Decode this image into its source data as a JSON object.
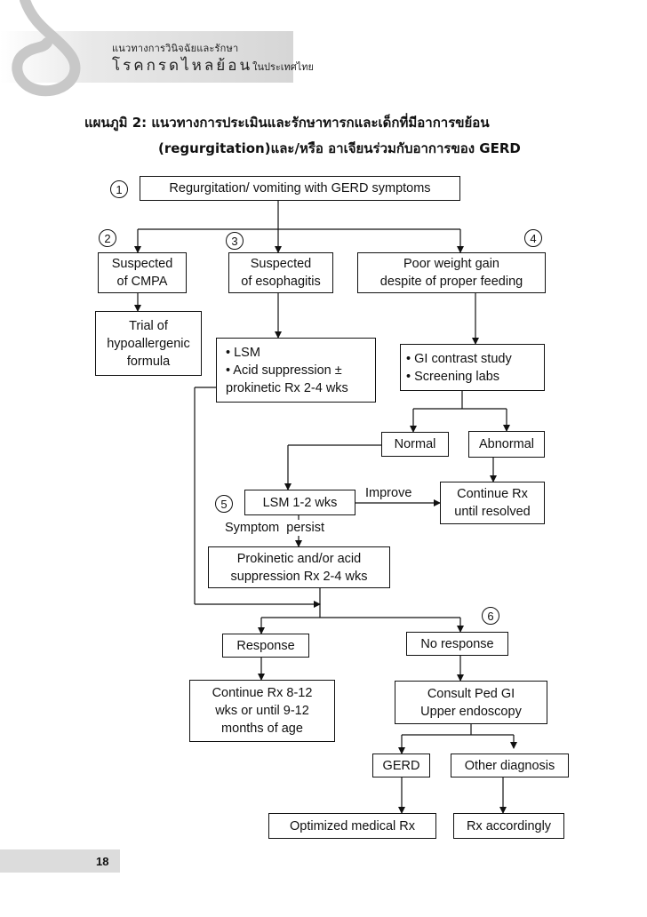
{
  "header": {
    "subtitle": "แนวทางการวินิจฉัยและรักษา",
    "title_main": "โรคกรดไหลย้อน",
    "title_tail": "ในประเทศไทย"
  },
  "figure": {
    "title_line1": "แผนภูมิ 2: แนวทางการประเมินและรักษาทารกและเด็กที่มีอาการขย้อน",
    "title_line2": "(regurgitation)และ/หรือ อาเจียนร่วมกับอาการของ GERD"
  },
  "steps": [
    "1",
    "2",
    "3",
    "4",
    "5",
    "6"
  ],
  "nodes": {
    "start": "Regurgitation/ vomiting with GERD symptoms",
    "cmpa": "Suspected\nof CMPA",
    "esophagitis": "Suspected\nof esophagitis",
    "poor_weight": "Poor weight gain\ndespite of proper feeding",
    "trial": "Trial of\nhypoallergenic\nformula",
    "lsm_acid": "• LSM\n• Acid suppression ±\nprokinetic Rx 2-4 wks",
    "gi_study": "• GI contrast study\n• Screening labs",
    "normal": "Normal",
    "abnormal": "Abnormal",
    "lsm_12": "LSM 1-2 wks",
    "continue_resolved": "Continue Rx\nuntil resolved",
    "prokinetic": "Prokinetic and/or acid\nsuppression Rx 2-4 wks",
    "response": "Response",
    "no_response": "No response",
    "continue_8_12": "Continue Rx 8-12\nwks or until 9-12\nmonths of age",
    "consult": "Consult Ped GI\nUpper endoscopy",
    "gerd": "GERD",
    "other_dx": "Other diagnosis",
    "optimized": "Optimized medical Rx",
    "accordingly": "Rx accordingly"
  },
  "edge_labels": {
    "improve": "Improve",
    "symptom_persist": "Symptom  persist"
  },
  "page_number": "18"
}
